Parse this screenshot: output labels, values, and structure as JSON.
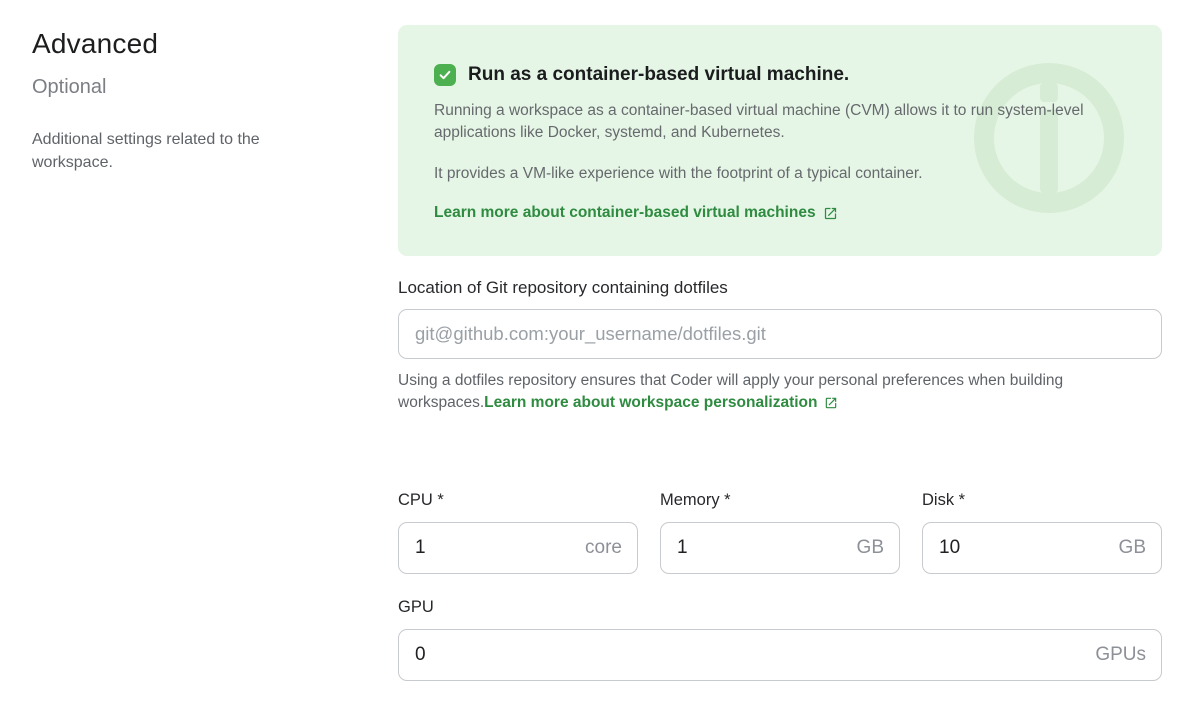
{
  "sidebar": {
    "title": "Advanced",
    "subtitle": "Optional",
    "description": "Additional settings related to the workspace."
  },
  "cvm_banner": {
    "background_color": "#e6f6e6",
    "watermark_color": "#d7ecd4",
    "watermark_icon": "info-circle-icon",
    "checkbox_checked": true,
    "checkbox_color": "#4caf50",
    "checkbox_icon": "check-icon",
    "title": "Run as a container-based virtual machine.",
    "paragraph1": "Running a workspace as a container-based virtual machine (CVM) allows it to run system-level applications like Docker, systemd, and Kubernetes.",
    "paragraph2": "It provides a VM-like experience with the footprint of a typical container.",
    "link_label": "Learn more about container-based virtual machines",
    "link_color": "#2e8b40",
    "link_icon": "external-link-icon"
  },
  "dotfiles": {
    "label": "Location of Git repository containing dotfiles",
    "value": "",
    "placeholder": "git@github.com:your_username/dotfiles.git",
    "helper_text": "Using a dotfiles repository ensures that Coder will apply your personal preferences when building workspaces.",
    "helper_link_label": "Learn more about workspace personalization"
  },
  "resources": {
    "cpu": {
      "label": "CPU *",
      "value": "1",
      "unit": "core"
    },
    "memory": {
      "label": "Memory *",
      "value": "1",
      "unit": "GB"
    },
    "disk": {
      "label": "Disk *",
      "value": "10",
      "unit": "GB"
    },
    "gpu": {
      "label": "GPU",
      "value": "0",
      "unit": "GPUs"
    }
  }
}
